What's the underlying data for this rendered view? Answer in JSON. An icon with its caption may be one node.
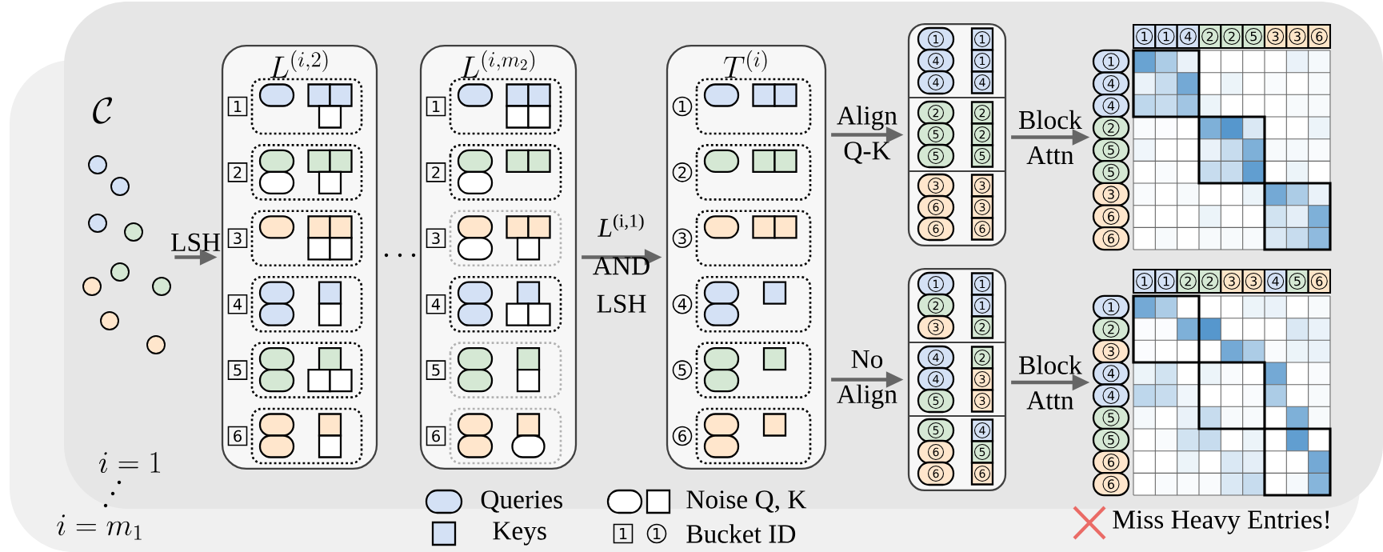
{
  "diagram": {
    "nodes": [
      {
        "text": [
          "\\mathcal{C}"
        ]
      },
      {
        "text": [
          "L^{(i,2)}",
          "1",
          "2",
          "3",
          "4",
          "5",
          "6"
        ]
      },
      {
        "text": [
          "L^{(i,m_2)}",
          "1",
          "2",
          "3",
          "4",
          "5",
          "6"
        ]
      },
      {
        "text": [
          "T^{(i)}",
          "1",
          "2",
          "3",
          "4",
          "5",
          "6"
        ]
      },
      {
        "text": [
          "1",
          "1",
          "4",
          "1",
          "4",
          "4",
          "2",
          "2",
          "5",
          "2",
          "5",
          "5",
          "3",
          "3",
          "6",
          "3",
          "6",
          "6"
        ]
      },
      {
        "text": [
          "1",
          "1",
          "2",
          "1",
          "3",
          "2",
          "4",
          "2",
          "4",
          "3",
          "5",
          "3",
          "5",
          "4",
          "6",
          "5",
          "6",
          "6"
        ]
      },
      {
        "text": [
          "1",
          "1",
          "4",
          "2",
          "2",
          "5",
          "3",
          "3",
          "6",
          "1",
          "4",
          "4",
          "2",
          "5",
          "5",
          "3",
          "6",
          "6"
        ]
      },
      {
        "text": [
          "1",
          "1",
          "2",
          "2",
          "3",
          "3",
          "4",
          "5",
          "6",
          "1",
          "2",
          "3",
          "4",
          "4",
          "5",
          "5",
          "6",
          "6"
        ]
      }
    ],
    "edges": [
      {
        "from": 0,
        "to": 1,
        "arrow": "to",
        "label": "LSH"
      },
      {
        "from": 2,
        "to": 3,
        "arrow": "to",
        "label": "*L*$^{(i,1)}$ AND LSH"
      },
      {
        "from": 3,
        "to": 4,
        "arrow": "to",
        "label": "Align Q-K"
      },
      {
        "from": 3,
        "to": 5,
        "arrow": "to",
        "label": "No Align"
      },
      {
        "from": 4,
        "to": 6,
        "arrow": "to",
        "label": "Block Attn"
      },
      {
        "from": 5,
        "to": 7,
        "arrow": "to",
        "label": "Block Attn"
      }
    ],
    "labels": [
      "i = 1",
      "i = m_1",
      "1",
      "1",
      "Miss Heavy Entries!"
    ],
    "legend": [
      {
        "text": "Queries",
        "color": "#d4e1f5"
      },
      {
        "text": "Keys",
        "color": "#d4e1f5"
      },
      {
        "text": "Noise Q, K"
      },
      {
        "text": "Bucket ID"
      }
    ]
  }
}
